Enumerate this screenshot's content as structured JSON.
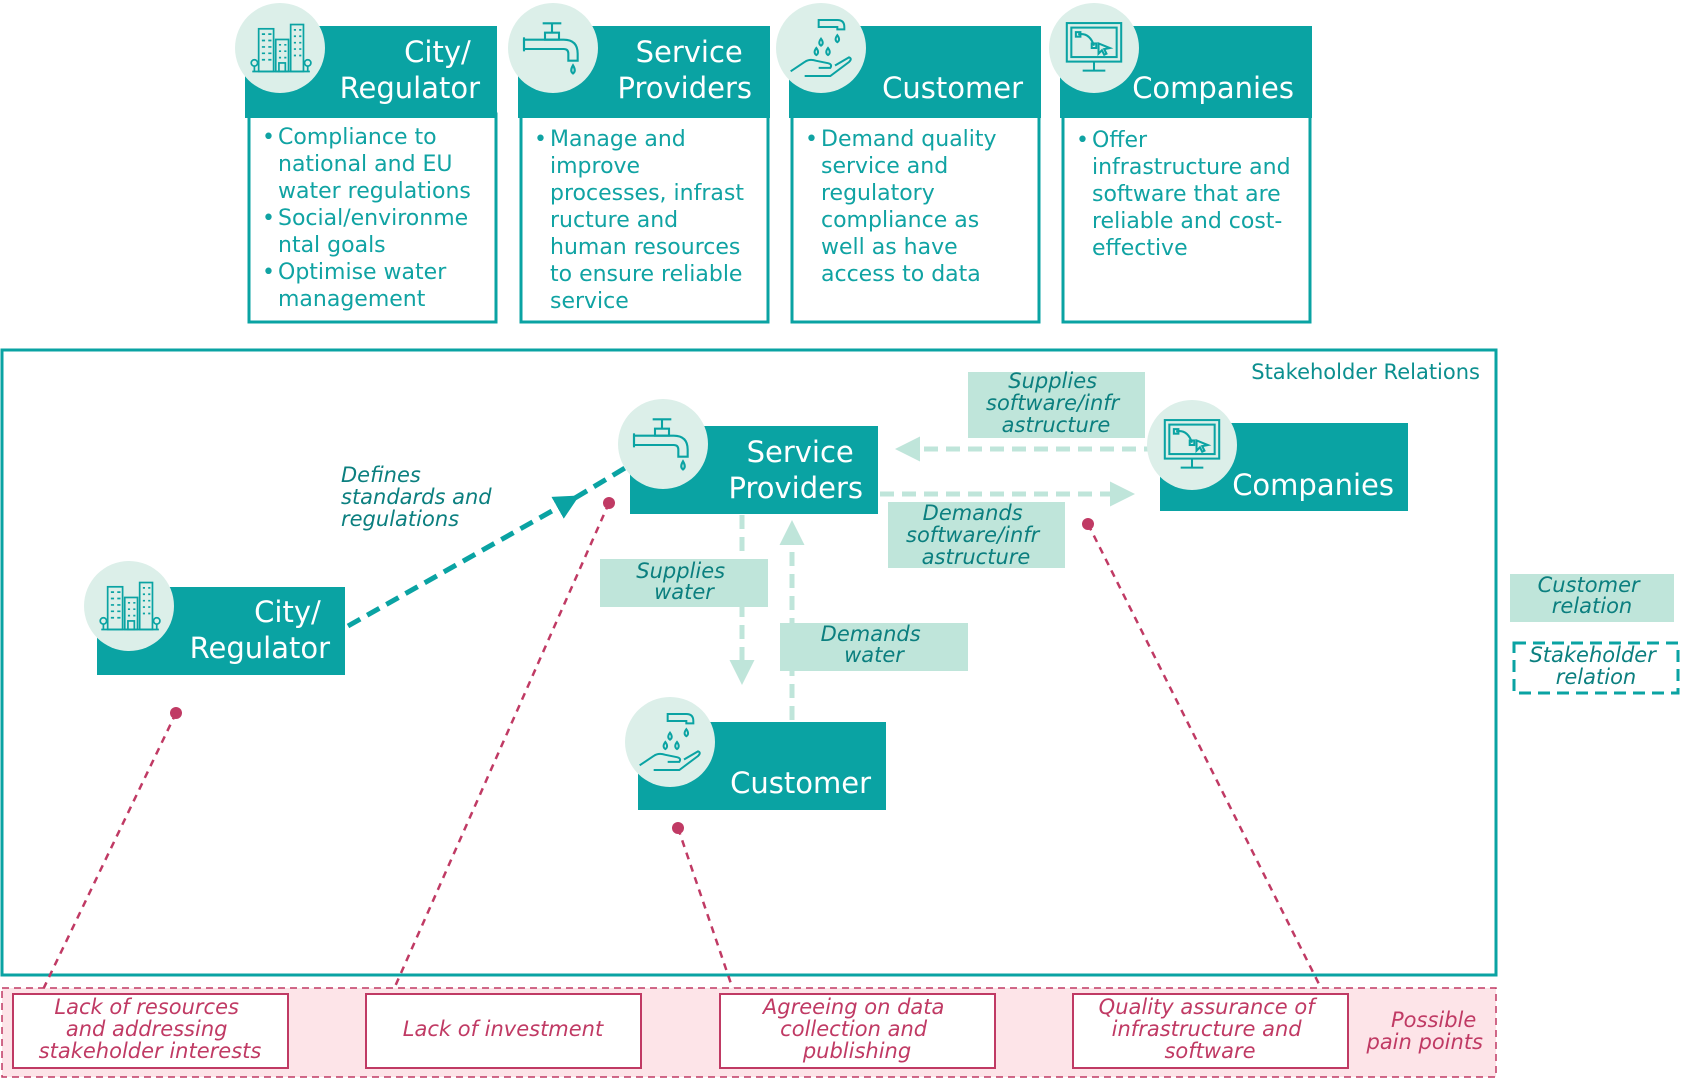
{
  "colors": {
    "teal": "#0aa3a3",
    "teal_dark": "#079090",
    "mint": "#bfe5da",
    "circle": "#dcefe9",
    "pink_line": "#c03a64",
    "pink_fill": "#fde4e8"
  },
  "top_cards": [
    {
      "id": "city",
      "title_lines": [
        "City/",
        "Regulator"
      ],
      "icon": "city-buildings-icon",
      "bullets": [
        [
          "Compliance to",
          "national and EU",
          "water regulations"
        ],
        [
          "Social/environme",
          "ntal goals"
        ],
        [
          "Optimise water",
          "management"
        ]
      ]
    },
    {
      "id": "sp",
      "title_lines": [
        "Service",
        "Providers"
      ],
      "icon": "water-tap-icon",
      "bullets": [
        [
          "Manage and",
          "improve",
          "processes, infrast",
          "ructure and",
          "human resources",
          "to ensure reliable",
          "service"
        ]
      ]
    },
    {
      "id": "cust",
      "title_lines": [
        "Customer"
      ],
      "icon": "hand-water-drops-icon",
      "bullets": [
        [
          "Demand quality",
          "service and",
          "regulatory",
          "compliance as",
          "well as have",
          "access to data"
        ]
      ]
    },
    {
      "id": "comp",
      "title_lines": [
        "Companies"
      ],
      "icon": "computer-monitor-icon",
      "bullets": [
        [
          "Offer",
          "infrastructure and",
          "software that are",
          "reliable and cost-",
          "effective"
        ]
      ]
    }
  ],
  "relations_title": "Stakeholder Relations",
  "nodes": [
    {
      "id": "sp",
      "label_lines": [
        "Service",
        "Providers"
      ],
      "icon": "water-tap-icon"
    },
    {
      "id": "comp",
      "label_lines": [
        "Companies"
      ],
      "icon": "computer-monitor-icon"
    },
    {
      "id": "city",
      "label_lines": [
        "City/",
        "Regulator"
      ],
      "icon": "city-buildings-icon"
    },
    {
      "id": "cust",
      "label_lines": [
        "Customer"
      ],
      "icon": "hand-water-drops-icon"
    }
  ],
  "edge_labels": [
    {
      "id": "defines",
      "lines": [
        "Defines",
        "standards and",
        "regulations"
      ],
      "boxed": false
    },
    {
      "id": "supplies-sw",
      "lines": [
        "Supplies",
        "software/infr",
        "astructure"
      ],
      "boxed": true
    },
    {
      "id": "demands-sw",
      "lines": [
        "Demands",
        "software/infr",
        "astructure"
      ],
      "boxed": true
    },
    {
      "id": "supplies-water",
      "lines": [
        "Supplies",
        "water"
      ],
      "boxed": true
    },
    {
      "id": "demands-water",
      "lines": [
        "Demands",
        "water"
      ],
      "boxed": true
    }
  ],
  "legend": [
    {
      "id": "customer-relation",
      "lines": [
        "Customer",
        "relation"
      ]
    },
    {
      "id": "stakeholder-relation",
      "lines": [
        "Stakeholder",
        "relation"
      ]
    }
  ],
  "pain_points": [
    {
      "id": "resources",
      "lines": [
        "Lack of resources",
        "and addressing",
        "stakeholder interests"
      ]
    },
    {
      "id": "investment",
      "lines": [
        "Lack of investment"
      ]
    },
    {
      "id": "data",
      "lines": [
        "Agreeing on data",
        "collection and",
        "publishing"
      ]
    },
    {
      "id": "quality",
      "lines": [
        "Quality assurance of",
        "infrastructure and",
        "software"
      ]
    }
  ],
  "pain_title_lines": [
    "Possible",
    "pain points"
  ]
}
